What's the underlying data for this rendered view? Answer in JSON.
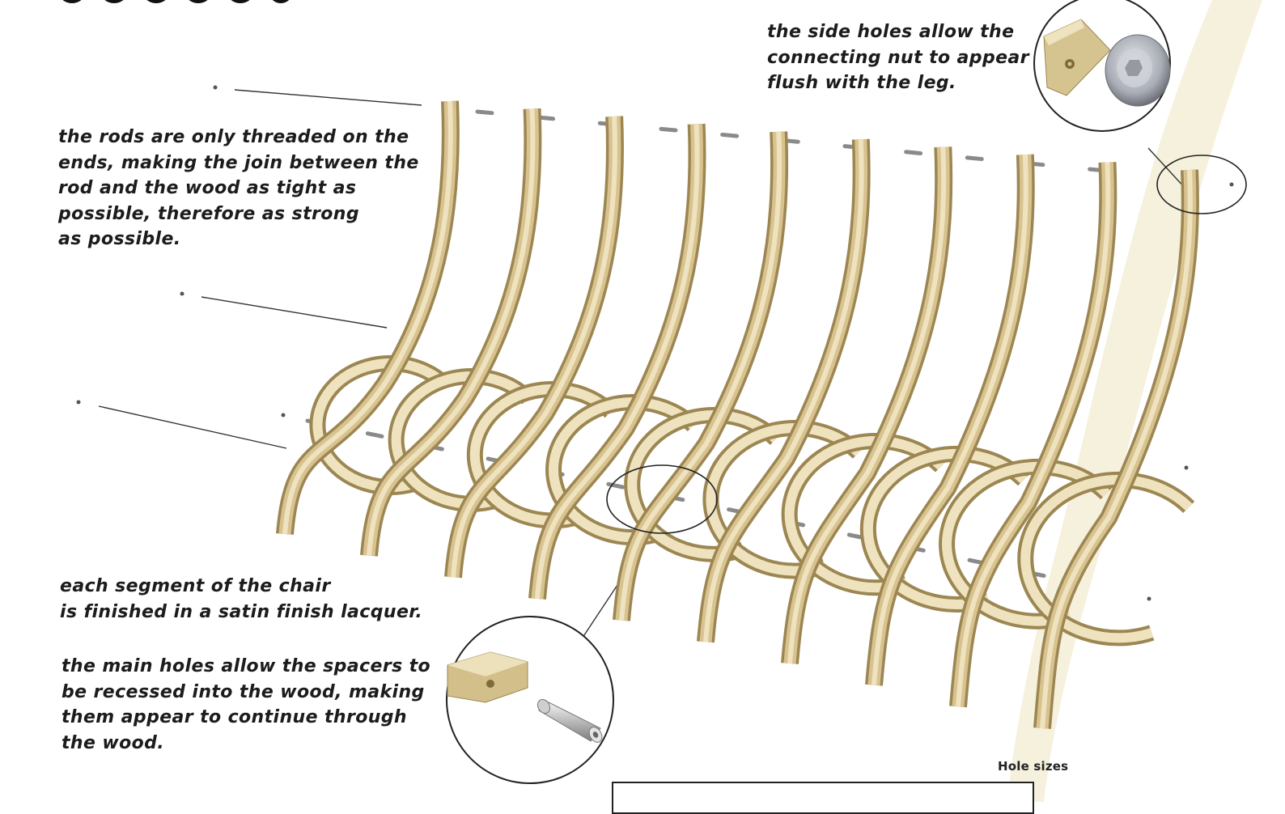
{
  "notes": {
    "rods": [
      "the rods are only threaded on the",
      "ends, making the join between the",
      "rod and the wood as tight as",
      "possible, therefore as strong",
      "as possible."
    ],
    "side_holes": [
      "the side holes allow the",
      "connecting nut to appear",
      "flush with the leg."
    ],
    "segment": [
      "each segment of the chair",
      "is finished in a satin finish lacquer."
    ],
    "main_holes": [
      "the main holes allow the spacers to",
      "be recessed into the wood, making",
      "them appear to continue through",
      "the wood."
    ]
  },
  "hole_sizes_label": "Hole sizes",
  "colors": {
    "wood_light": "#efe3bf",
    "wood_mid": "#d8c390",
    "wood_dark": "#b29a63",
    "wood_edge": "#9c8652",
    "spacer_grey": "#8f8f8f",
    "line": "#222222",
    "text": "#1c1c1c"
  },
  "icons": {
    "spacer_tube": "tube-spacer-icon",
    "connecting_nut": "nut-icon",
    "wood_block": "wood-block-icon"
  }
}
